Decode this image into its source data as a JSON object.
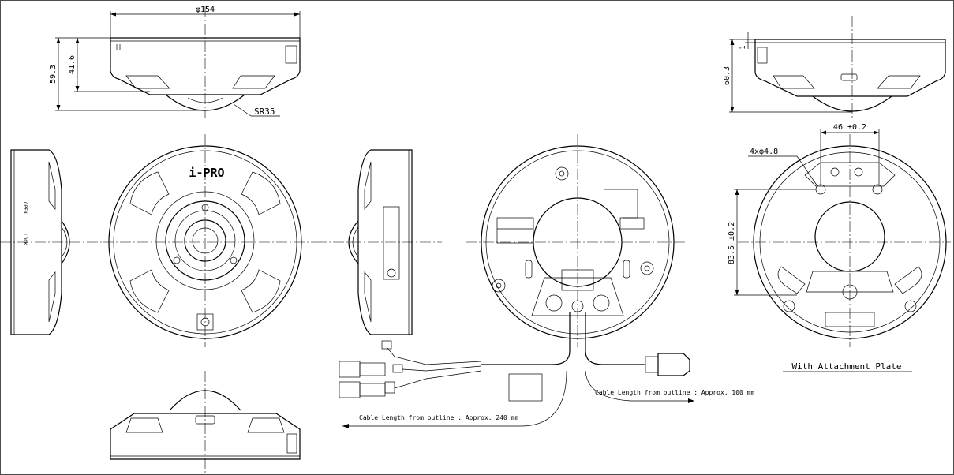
{
  "dimensions": {
    "diameter": "φ154",
    "height_total": "59.3",
    "height_body": "41.6",
    "dome_radius": "SR35",
    "height_with_plate": "60.3",
    "plate_gap": "1",
    "hole_spacing": "46 ±0.2",
    "holes": "4xφ4.8",
    "hole_pitch_vertical": "83.5 ±0.2"
  },
  "labels": {
    "brand_logo": "i-PRO",
    "attachment_plate": "With Attachment Plate",
    "cable_short": "Cable Length from outline : Approx. 100 mm",
    "cable_long": "Cable Length from outline : Approx. 240 mm",
    "lock_label": "LOCK",
    "open_label": "OPEN"
  }
}
